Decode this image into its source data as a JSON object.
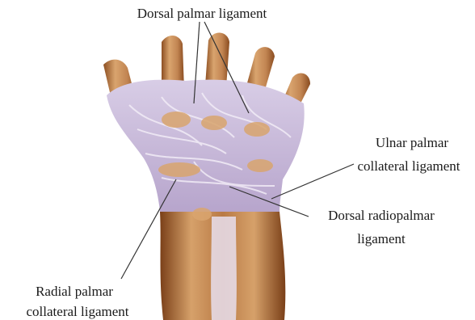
{
  "labels": {
    "dorsal_palmar": "Dorsal palmar ligament",
    "ulnar_line1": "Ulnar palmar",
    "ulnar_line2": "collateral ligament",
    "dorsal_radio_line1": "Dorsal radiopalmar",
    "dorsal_radio_line2": "ligament",
    "radial_line1": "Radial palmar",
    "radial_line2": "collateral ligament"
  },
  "colors": {
    "background": "#ffffff",
    "bone": "#d8a06a",
    "bone_dark": "#9a5a2a",
    "ligament": "#c6b7d8",
    "ligament_light": "#e6dcef",
    "leader_line": "#333333",
    "label_text": "#1a1a1a"
  }
}
